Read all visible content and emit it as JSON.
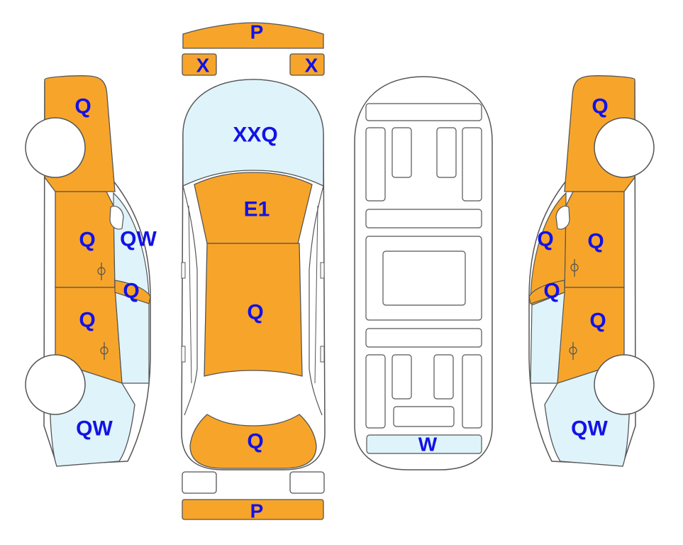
{
  "colors": {
    "damaged": "#f7a52a",
    "glass": "#dff3fa",
    "plain": "#ffffff",
    "outline": "#555555",
    "label": "#1212e6"
  },
  "labels": {
    "front_bumper": "P",
    "headlight_left": "X",
    "headlight_right": "X",
    "windshield": "XXQ",
    "hood": "E1",
    "roof": "Q",
    "trunk": "Q",
    "rear_bumper": "P",
    "underbody_rear": "W",
    "left_front_fender": "Q",
    "left_front_door": "Q",
    "left_front_window": "QW",
    "left_mirror": "Q",
    "left_rear_door": "Q",
    "left_rear_quarter": "QW",
    "right_front_fender": "Q",
    "right_front_door": "Q",
    "right_front_window": "Q",
    "right_mirror": "Q",
    "right_rear_door": "Q",
    "right_rear_quarter": "QW"
  }
}
